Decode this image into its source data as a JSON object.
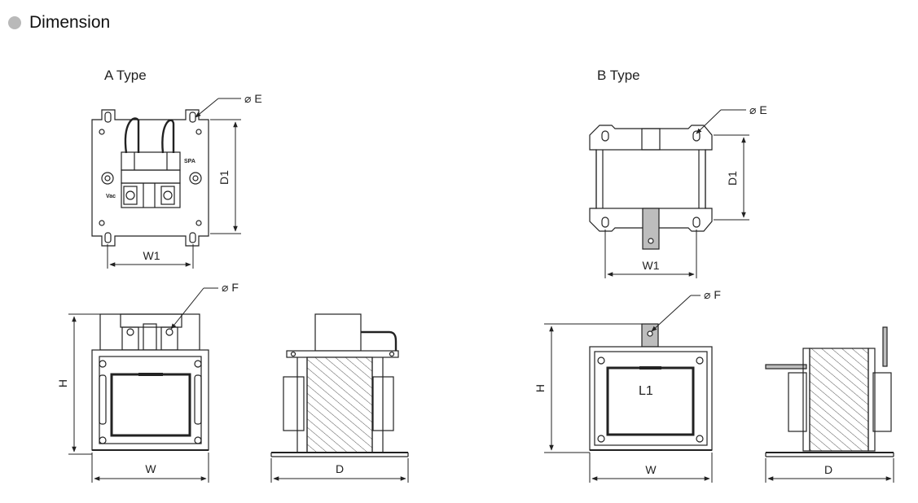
{
  "header": {
    "title": "Dimension"
  },
  "types": {
    "a": {
      "title": "A Type"
    },
    "b": {
      "title": "B Type"
    }
  },
  "labels": {
    "w1": "W1",
    "d1": "D1",
    "w": "W",
    "d": "D",
    "h": "H",
    "l1": "L1",
    "phi_e": "⌀ E",
    "phi_f": "⌀ F",
    "marking_top": "SPA",
    "marking_bottom": "Vac"
  }
}
